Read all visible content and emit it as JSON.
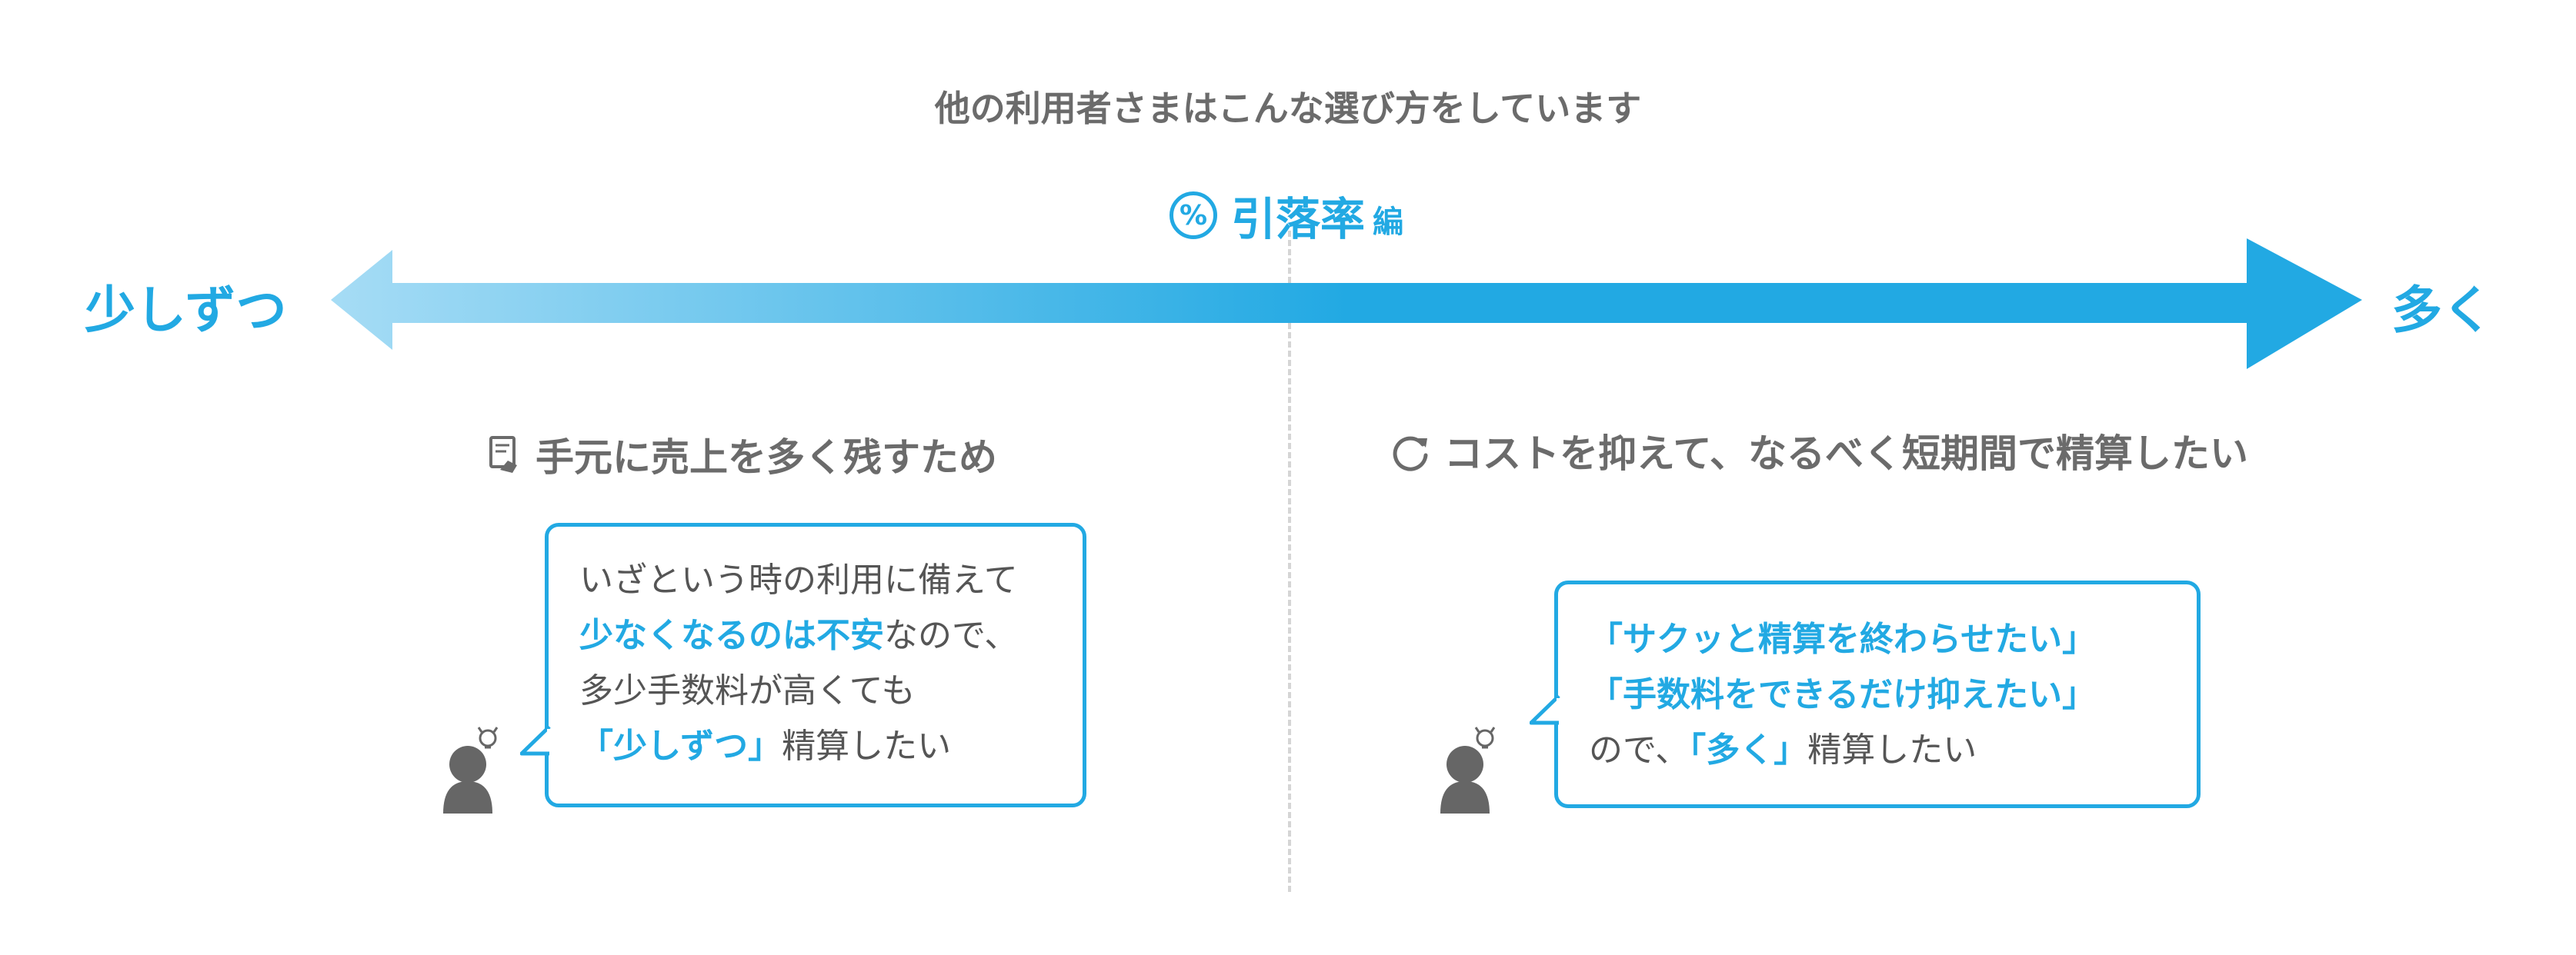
{
  "header": {
    "title": "他の利用者さまはこんな選び方をしています"
  },
  "topic": {
    "icon": "percent-circle-icon",
    "label": "引落率",
    "suffix": "編"
  },
  "axis": {
    "left_label": "少しずつ",
    "right_label": "多く",
    "colors": {
      "start": "#a6dcf5",
      "end": "#22a9e3"
    }
  },
  "left": {
    "icon": "receipt-hand-icon",
    "heading": "手元に売上を多く残すため",
    "bubble": {
      "line1": "いざという時の利用に備えて",
      "line2_hl": "少なくなるのは不安",
      "line2_rest": "なので、",
      "line3": "多少手数料が高くても",
      "line4_hl": "「少しずつ」",
      "line4_rest": "精算したい"
    }
  },
  "right": {
    "icon": "refresh-arrow-icon",
    "heading": "コストを抑えて、なるべく短期間で精算したい",
    "bubble": {
      "line1_hl": "「サクッと精算を終わらせたい」",
      "line2_hl": "「手数料をできるだけ抑えたい」",
      "line3_pre": "ので、",
      "line3_hl": "「多く」",
      "line3_rest": "精算したい"
    }
  },
  "colors": {
    "accent": "#22a9e3",
    "text": "#666666",
    "divider": "#d5d5d5",
    "person": "#666666"
  }
}
